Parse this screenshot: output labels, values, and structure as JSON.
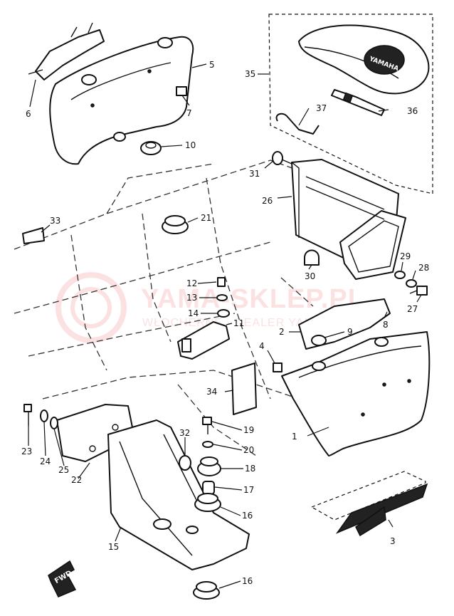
{
  "parts": [
    {
      "id": "p1",
      "number": "1"
    },
    {
      "id": "p2",
      "number": "2"
    },
    {
      "id": "p3",
      "number": "3"
    },
    {
      "id": "p4",
      "number": "4"
    },
    {
      "id": "p5",
      "number": "5"
    },
    {
      "id": "p6",
      "number": "6"
    },
    {
      "id": "p7",
      "number": "7"
    },
    {
      "id": "p8",
      "number": "8"
    },
    {
      "id": "p9",
      "number": "9"
    },
    {
      "id": "p10",
      "number": "10"
    },
    {
      "id": "p11",
      "number": "11"
    },
    {
      "id": "p12",
      "number": "12"
    },
    {
      "id": "p13",
      "number": "13"
    },
    {
      "id": "p14",
      "number": "14"
    },
    {
      "id": "p15",
      "number": "15"
    },
    {
      "id": "p16a",
      "number": "16"
    },
    {
      "id": "p16b",
      "number": "16"
    },
    {
      "id": "p17",
      "number": "17"
    },
    {
      "id": "p18",
      "number": "18"
    },
    {
      "id": "p19",
      "number": "19"
    },
    {
      "id": "p20",
      "number": "20"
    },
    {
      "id": "p21",
      "number": "21"
    },
    {
      "id": "p22",
      "number": "22"
    },
    {
      "id": "p23",
      "number": "23"
    },
    {
      "id": "p24",
      "number": "24"
    },
    {
      "id": "p25",
      "number": "25"
    },
    {
      "id": "p26",
      "number": "26"
    },
    {
      "id": "p27",
      "number": "27"
    },
    {
      "id": "p28",
      "number": "28"
    },
    {
      "id": "p29",
      "number": "29"
    },
    {
      "id": "p30",
      "number": "30"
    },
    {
      "id": "p31",
      "number": "31"
    },
    {
      "id": "p32",
      "number": "32"
    },
    {
      "id": "p33",
      "number": "33"
    },
    {
      "id": "p34",
      "number": "34"
    },
    {
      "id": "p35",
      "number": "35"
    },
    {
      "id": "p36",
      "number": "36"
    },
    {
      "id": "p37",
      "number": "37"
    }
  ],
  "seat_logo": "YAMAHA",
  "fwd_arrow": "FWD",
  "watermark": {
    "title": "YAMA-SKLEP.PL",
    "subtitle": "WŁOCHERNE · DEALER YAMAHA"
  },
  "colors": {
    "line": "#111111",
    "watermark": "#eb7878"
  }
}
